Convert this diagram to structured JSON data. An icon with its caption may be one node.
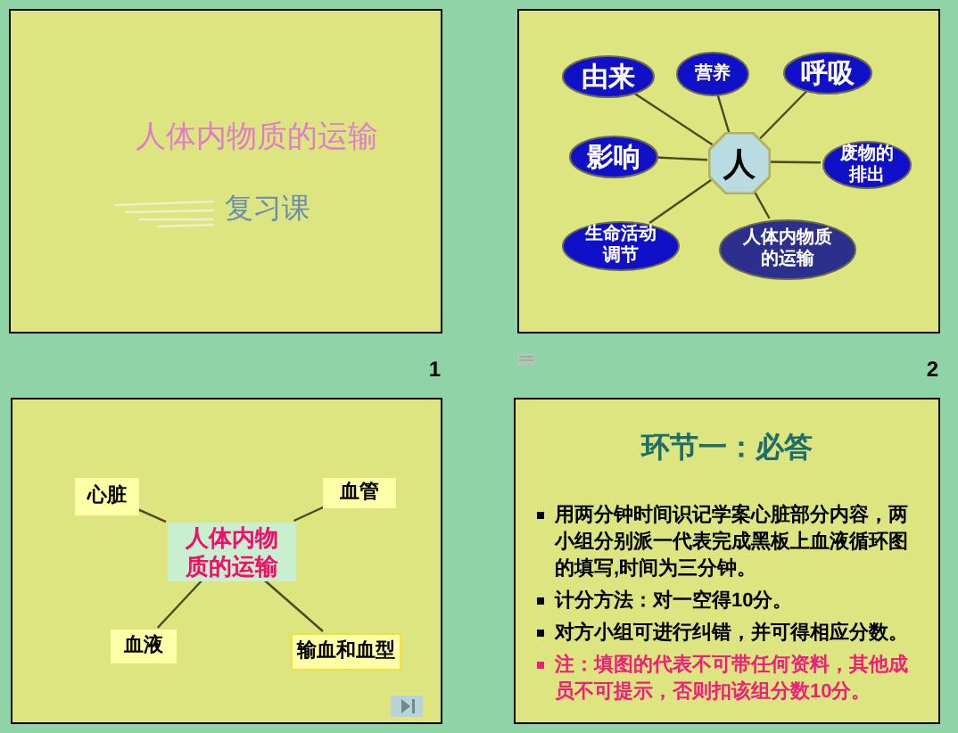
{
  "diagram": {
    "nodes": [
      {
        "text": [
          "人体内物质的运输",
          "复习课"
        ],
        "beside": [
          "1"
        ]
      },
      {
        "text": [],
        "shape": "box",
        "beside": [
          "2"
        ]
      },
      {
        "text": [
          "人"
        ],
        "in": 1
      },
      {
        "text": [
          "由来"
        ],
        "in": 1
      },
      {
        "text": [
          "营养"
        ],
        "in": 1
      },
      {
        "text": [
          "呼吸"
        ],
        "in": 1
      },
      {
        "text": [
          "影响"
        ],
        "in": 1
      },
      {
        "text": [
          "废物的排出"
        ],
        "in": 1
      },
      {
        "text": [
          "生命活动调节"
        ],
        "in": 1
      },
      {
        "text": [
          "人体内物质的运输"
        ],
        "in": 1
      },
      {
        "text": [],
        "shape": "box"
      },
      {
        "text": [
          "人体内物质的运输"
        ],
        "in": 10
      },
      {
        "text": [
          "心脏"
        ],
        "in": 10
      },
      {
        "text": [
          "血管"
        ],
        "in": 10
      },
      {
        "text": [
          "血液"
        ],
        "in": 10
      },
      {
        "text": [
          "输血和血型"
        ],
        "in": 10
      },
      {
        "text": [
          "环节一：必答",
          "用两分钟时间识记学案心脏部分内容，两小组分别派一代表完成黑板上血液循环图的填写,时间为三分钟。",
          "计分方法：对一空得10分。",
          "对方小组可进行纠错，并可得相应分数。",
          "注：填图的代表不可带任何资料，其他成员不可提示，否则扣该组分数10分。"
        ]
      }
    ],
    "edges": [
      {
        "from": 2,
        "to": 3,
        "arrow": "none"
      },
      {
        "from": 2,
        "to": 4,
        "arrow": "none"
      },
      {
        "from": 2,
        "to": 5,
        "arrow": "none"
      },
      {
        "from": 2,
        "to": 6,
        "arrow": "none"
      },
      {
        "from": 2,
        "to": 7,
        "arrow": "none"
      },
      {
        "from": 2,
        "to": 8,
        "arrow": "none"
      },
      {
        "from": 2,
        "to": 9,
        "arrow": "none"
      },
      {
        "from": 11,
        "to": 12,
        "arrow": "none"
      },
      {
        "from": 11,
        "to": 13,
        "arrow": "none"
      },
      {
        "from": 11,
        "to": 14,
        "arrow": "none"
      },
      {
        "from": 11,
        "to": 15,
        "arrow": "none"
      }
    ]
  }
}
